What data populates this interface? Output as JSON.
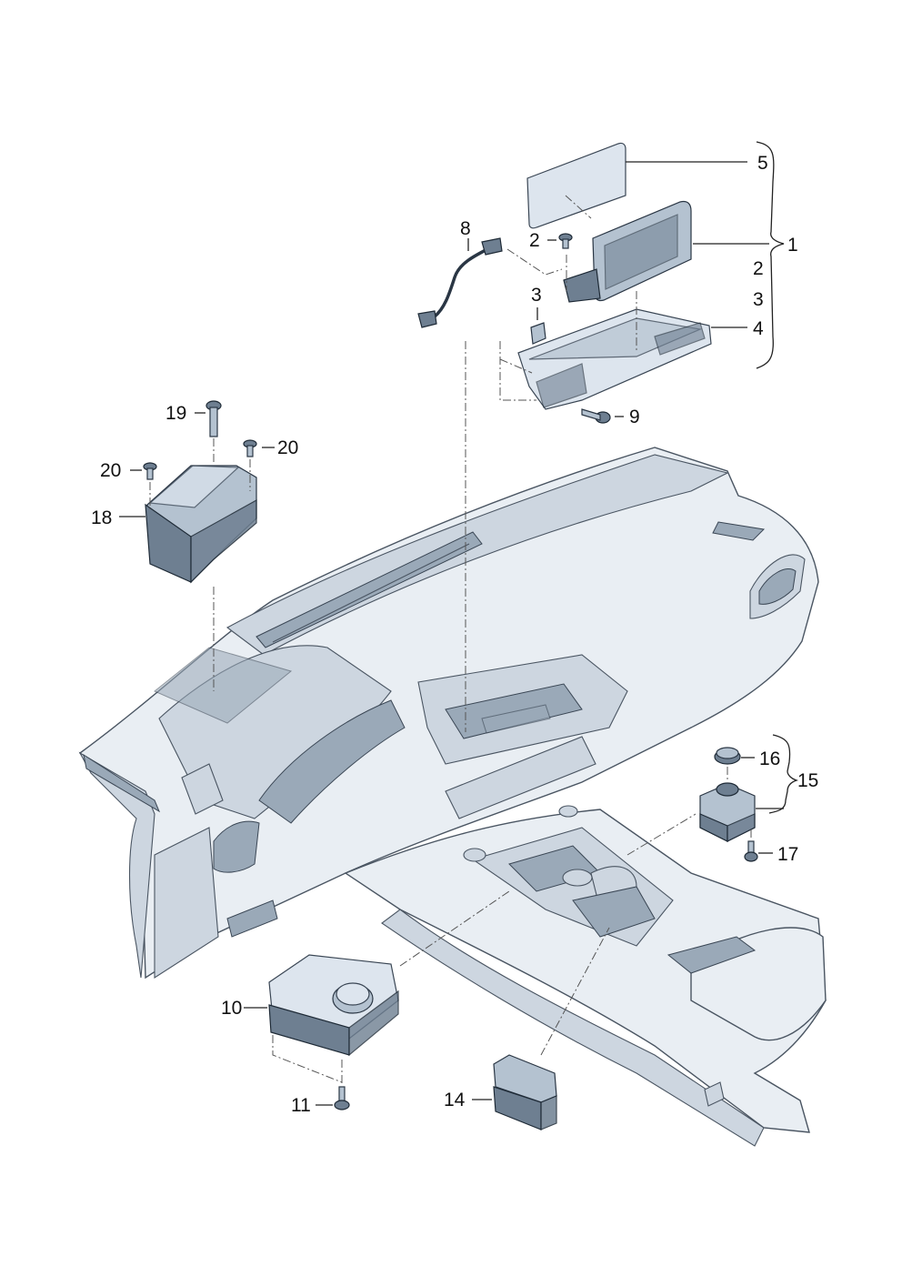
{
  "labels": {
    "l1": "1",
    "l2a": "2",
    "l2b": "2",
    "l3a": "3",
    "l3b": "3",
    "l4": "4",
    "l5": "5",
    "l8": "8",
    "l9": "9",
    "l10": "10",
    "l11": "11",
    "l14": "14",
    "l15": "15",
    "l16": "16",
    "l17": "17",
    "l18": "18",
    "l19": "19",
    "l20a": "20",
    "l20b": "20"
  },
  "colors": {
    "part_shade": "#6e7f91",
    "part_light": "#dde5ee",
    "dashboard_fill": "#e9eef3",
    "line": "#222222"
  }
}
